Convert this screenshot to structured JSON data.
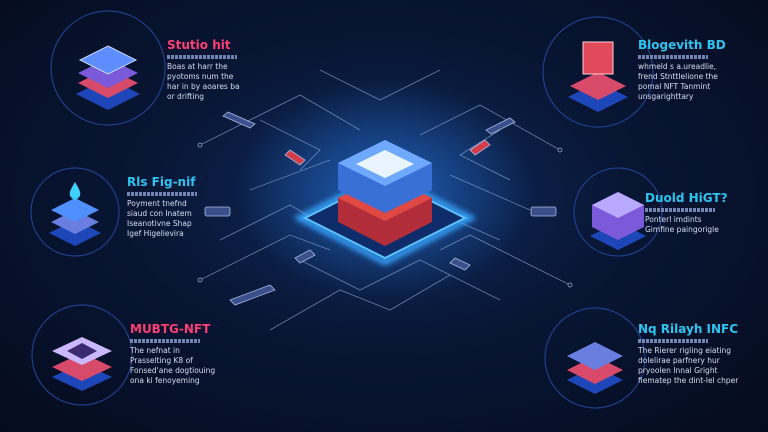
{
  "nodes": [
    {
      "id": "top-left",
      "title": "Stutio hit",
      "desc": "Boas at harr the\npyotoms num the\nhar in by aoares ba\nor drifting",
      "accent": "#ff3e74"
    },
    {
      "id": "top-right",
      "title": "Blogevith BD",
      "desc": "whmeld s a.ureadlie,\nfrend Stnttlelione the\npomal NFT Tanmint\nunsgarighttary",
      "accent": "#2ec4f0"
    },
    {
      "id": "mid-left",
      "title": "Rls Fig-nif",
      "desc": "Poyment tnefnd\nsiaud con Inatem\nIseanotivne Shap\nIgef Higelievira",
      "accent": "#2ec4f0"
    },
    {
      "id": "mid-right",
      "title": "Duold HiGT?",
      "desc": "Ponterl imdints\nGimfine paingorigle",
      "accent": "#2ec4f0"
    },
    {
      "id": "bottom-left",
      "title": "MUBTG-NFT",
      "desc": "The nefnat in\nPrasselting K8 of\nFonsed'ane dogtiouing\nona ki fenoyeming",
      "accent": "#ff3e74"
    },
    {
      "id": "bottom-right",
      "title": "Nq Rilayh INFC",
      "desc": "The Rierer rigling eiating\ndolelirae parfnery hur\npryoolen Innal Gright\nfiematep the dint-lel chper",
      "accent": "#2ec4f0"
    }
  ],
  "colors": {
    "background": "#081634",
    "glow": "#2e8bff",
    "red": "#ff3e5a",
    "pink": "#ff3e74",
    "cyan": "#2ec4f0"
  }
}
